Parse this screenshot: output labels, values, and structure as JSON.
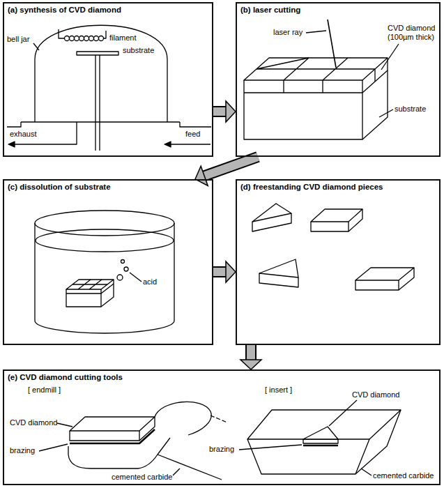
{
  "diagram": {
    "nodes": [
      {
        "text": [
          "(a) synthesis of CVD diamond"
        ]
      },
      {
        "text": [
          "(b) laser cutting"
        ]
      },
      {
        "text": [
          "(c) dissolution of substrate"
        ]
      },
      {
        "text": [
          "(d) freestanding CVD diamond pieces"
        ]
      },
      {
        "text": [
          "(e) CVD diamond cutting tools"
        ]
      }
    ],
    "edges": [
      {
        "from": 0,
        "to": 1,
        "arrow": "to"
      },
      {
        "from": 1,
        "to": 2,
        "arrow": "to"
      },
      {
        "from": 2,
        "to": 3,
        "arrow": "to"
      },
      {
        "from": 3,
        "to": 4,
        "arrow": "to"
      }
    ],
    "labels": [
      "bell jar",
      "filament",
      "substrate",
      "exhaust",
      "feed",
      "laser ray",
      "CVD diamond (100µm thick)",
      "substrate",
      "acid",
      "[ endmill ]",
      "[ insert ]",
      "CVD diamond",
      "brazing",
      "cemented carbide",
      "CVD diamond",
      "brazing",
      "cemented carbide"
    ]
  }
}
